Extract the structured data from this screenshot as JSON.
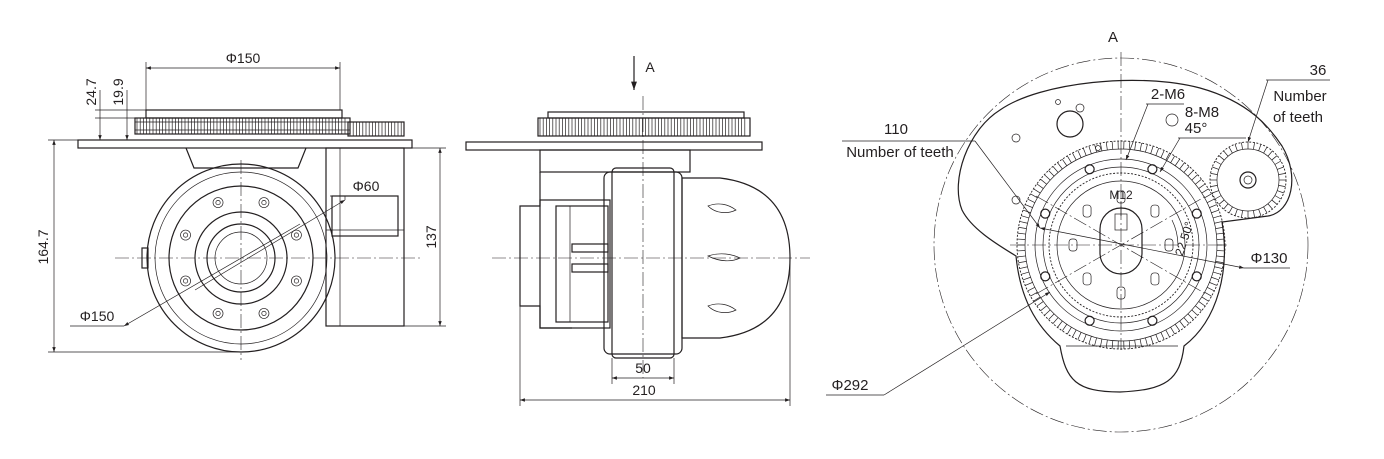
{
  "front_view": {
    "dia_top": "Φ150",
    "h_24_7": "24.7",
    "h_19_9": "19.9",
    "dia_60": "Φ60",
    "h_164_7": "164.7",
    "h_137": "137",
    "dia_150": "Φ150"
  },
  "side_view": {
    "arrow_label": "A",
    "w_50": "50",
    "w_210": "210"
  },
  "top_view": {
    "view_label": "A",
    "teeth_large_count": "110",
    "teeth_large_label": "Number of teeth",
    "teeth_small_count": "36",
    "teeth_small_label_1": "Number",
    "teeth_small_label_2": "of teeth",
    "m6": "2-M6",
    "m8": "8-M8",
    "angle_45": "45°",
    "m12": "M12",
    "angle_22": "22.50°",
    "dia_130": "Φ130",
    "dia_292": "Φ292"
  },
  "icons": [
    "arrow-down-icon",
    "dimension-arrow-icon"
  ]
}
